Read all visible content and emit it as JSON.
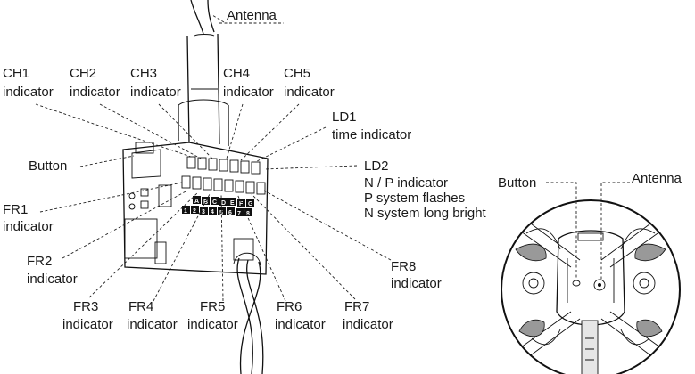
{
  "labels": {
    "antenna_top": "Antenna",
    "ch1_title": "CH1",
    "ch1_sub": "indicator",
    "ch2_title": "CH2",
    "ch2_sub": "indicator",
    "ch3_title": "CH3",
    "ch3_sub": "indicator",
    "ch4_title": "CH4",
    "ch4_sub": "indicator",
    "ch5_title": "CH5",
    "ch5_sub": "indicator",
    "ld1_title": "LD1",
    "ld1_sub": "time indicator",
    "ld2_title": "LD2",
    "ld2_line1": "N / P indicator",
    "ld2_line2": "P system flashes",
    "ld2_line3": "N system long bright",
    "button_left": "Button",
    "fr1_title": "FR1",
    "fr1_sub": "indicator",
    "fr2_title": "FR2",
    "fr2_sub": "indicator",
    "fr3_title": "FR3",
    "fr3_sub": "indicator",
    "fr4_title": "FR4",
    "fr4_sub": "indicator",
    "fr5_title": "FR5",
    "fr5_sub": "indicator",
    "fr6_title": "FR6",
    "fr6_sub": "indicator",
    "fr7_title": "FR7",
    "fr7_sub": "indicator",
    "fr8_title": "FR8",
    "fr8_sub": "indicator",
    "button_right": "Button",
    "antenna_right": "Antenna"
  },
  "board": {
    "top_row_letters": [
      "A",
      "B",
      "C",
      "D",
      "E",
      "F",
      "G"
    ],
    "bottom_row_numbers": [
      "1",
      "2",
      "3",
      "4",
      "5",
      "6",
      "7",
      "8"
    ]
  }
}
